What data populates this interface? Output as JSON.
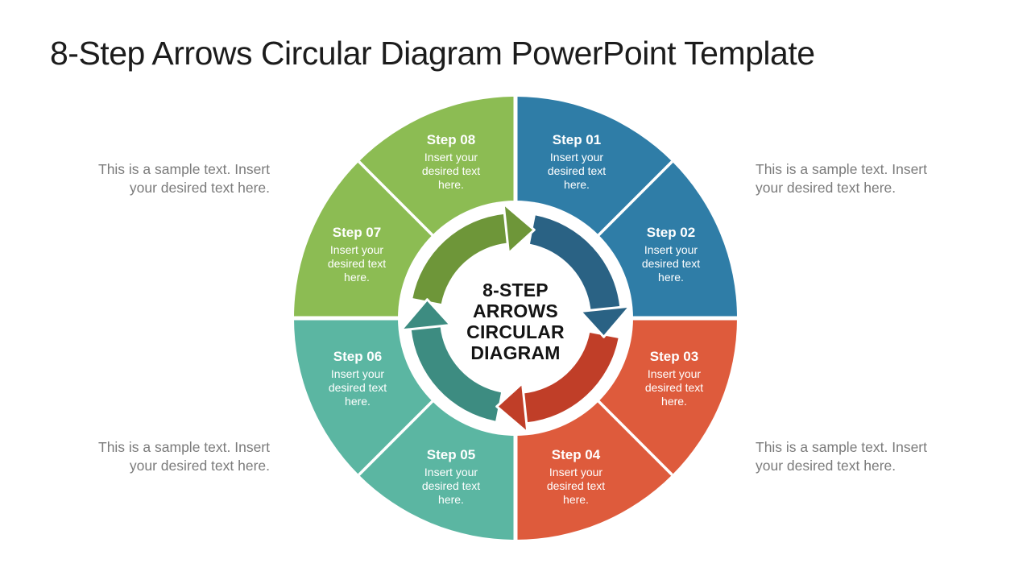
{
  "slide_title": "8-Step Arrows Circular Diagram PowerPoint Template",
  "center_label": "8-STEP\nARROWS\nCIRCULAR\nDIAGRAM",
  "steps": [
    {
      "label": "Step 01",
      "body": "Insert your desired text here."
    },
    {
      "label": "Step 02",
      "body": "Insert your desired text here."
    },
    {
      "label": "Step 03",
      "body": "Insert your desired text here."
    },
    {
      "label": "Step 04",
      "body": "Insert your desired text here."
    },
    {
      "label": "Step 05",
      "body": "Insert your desired text here."
    },
    {
      "label": "Step 06",
      "body": "Insert your desired text here."
    },
    {
      "label": "Step 07",
      "body": "Insert your desired text here."
    },
    {
      "label": "Step 08",
      "body": "Insert your desired text here."
    }
  ],
  "sample_texts": {
    "top_left": "This is a sample text. Insert your desired text here.",
    "top_right": "This is a sample text. Insert your desired text here.",
    "bottom_left": "This is a sample text. Insert your desired text here.",
    "bottom_right": "This is a sample text. Insert your desired text here."
  },
  "colors": {
    "quad_blue": "#2F7DA7",
    "quad_orange": "#DE5B3C",
    "quad_teal": "#5BB6A2",
    "quad_green": "#8CBC53",
    "arrow_blue": "#2A6284",
    "arrow_red": "#C03E28",
    "arrow_teal": "#3D8C81",
    "arrow_green": "#6E9639"
  }
}
